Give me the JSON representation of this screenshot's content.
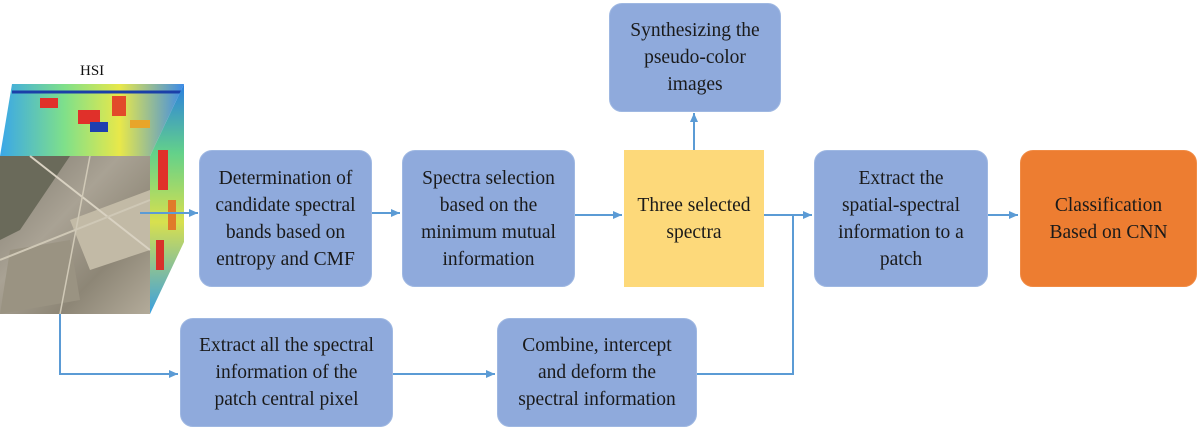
{
  "hsi": {
    "label": "HSI"
  },
  "nodes": {
    "determination": "Determination of\ncandidate spectral\nbands based on\nentropy and CMF",
    "spectra_selection": "Spectra selection\nbased on the\nminimum mutual\ninformation",
    "three_selected": "Three selected\nspectra",
    "synthesizing": "Synthesizing the\npseudo-color\nimages",
    "extract_patch": "Extract the\nspatial-spectral\ninformation to a\npatch",
    "classification": "Classification\nBased on CNN",
    "extract_all": "Extract all the spectral\ninformation of the\npatch central pixel",
    "combine": "Combine, intercept\nand deform the\nspectral information"
  },
  "colors": {
    "node_blue": "#8faadc",
    "node_yellow": "#fdd97a",
    "node_orange": "#ed7d31",
    "arrow": "#5b9bd5"
  }
}
